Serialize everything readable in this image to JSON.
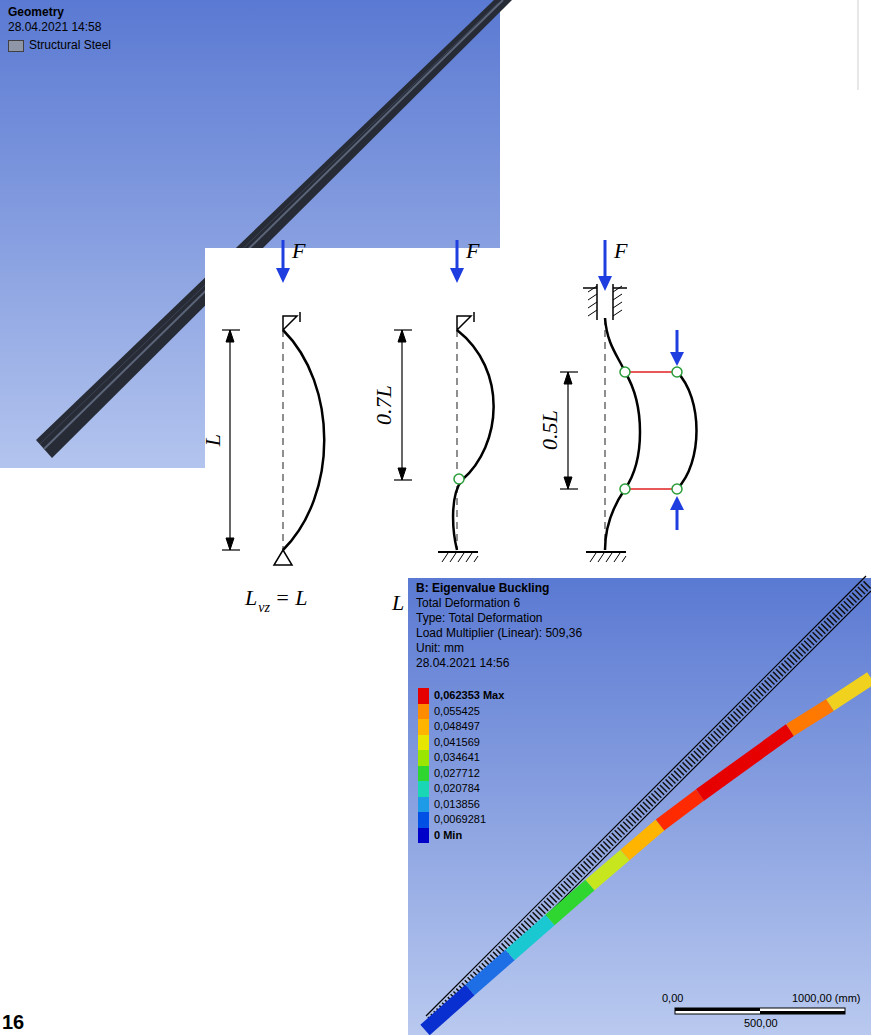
{
  "diagram": {
    "labels": [
      "Geometry",
      "28.04.2021 14:58",
      "F",
      "L",
      "F",
      "0.7L",
      "F",
      "0.5L",
      "L",
      "vz",
      "= L",
      "L",
      "B: Eigenvalue Buckling",
      "Total Deformation 6",
      "Type: Total Deformation",
      "Load Multiplier (Linear): 509,36",
      "Unit: mm",
      "28.04.2021 14:56",
      "0,00",
      "1000,00 (mm)",
      "500,00",
      "16"
    ],
    "legend": [
      {
        "text": "Structural Steel",
        "color": "#8e96a8"
      },
      {
        "text": "0,062353 Max",
        "color": "#e60000"
      },
      {
        "text": "0,055425",
        "color": "#ff8c00"
      },
      {
        "text": "0,048497",
        "color": "#ffb400"
      },
      {
        "text": "0,041569",
        "color": "#e6e600"
      },
      {
        "text": "0,034641",
        "color": "#9be600"
      },
      {
        "text": "0,027712",
        "color": "#2fd62f"
      },
      {
        "text": "0,020784",
        "color": "#19d6b4"
      },
      {
        "text": "0,013856",
        "color": "#1e9be6"
      },
      {
        "text": "0,0069281",
        "color": "#0050e6"
      },
      {
        "text": "0 Min",
        "color": "#0000c8"
      }
    ]
  }
}
